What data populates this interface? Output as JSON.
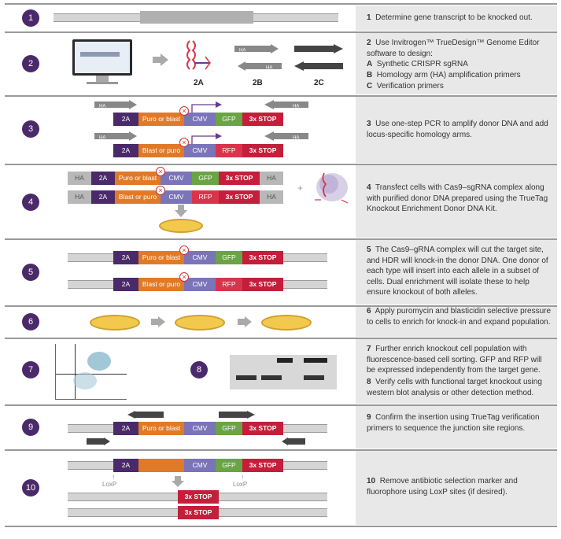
{
  "colors": {
    "purple": "#4a2a6a",
    "orange": "#e07a28",
    "cmv": "#7b74b8",
    "gfp": "#6aa444",
    "rfp": "#d8354c",
    "stop": "#c41e3a",
    "ha": "#b8b8b8"
  },
  "steps": [
    {
      "num": "1",
      "title": "1",
      "text": "Determine gene transcript to be knocked out."
    },
    {
      "num": "2",
      "title": "2",
      "text": "Use Invitrogen™ TrueDesign™ Genome Editor software to design:",
      "items": [
        {
          "k": "A",
          "t": "Synthetic CRISPR sgRNA"
        },
        {
          "k": "B",
          "t": "Homology arm (HA) amplification primers"
        },
        {
          "k": "C",
          "t": "Verification primers"
        }
      ]
    },
    {
      "num": "3",
      "title": "3",
      "text": "Use one-step PCR to amplify donor DNA and add locus-specific homology arms."
    },
    {
      "num": "4",
      "title": "4",
      "text": "Transfect cells with Cas9–sgRNA complex along with purified donor DNA prepared using the TrueTag Knockout Enrichment Donor DNA Kit."
    },
    {
      "num": "5",
      "title": "5",
      "text": "The Cas9–gRNA complex will cut the target site, and HDR will knock-in the donor DNA. One donor of each type will insert into each allele in a subset of cells. Dual enrichment will isolate these to help ensure knockout of both alleles."
    },
    {
      "num": "6",
      "title": "6",
      "text": "Apply puromycin and blasticidin selective pressure to cells to enrich for knock-in and expand population."
    },
    {
      "num": "7",
      "title": "7",
      "text": "Further enrich knockout cell population with fluorescence-based cell sorting. GFP and RFP will be expressed independently from the target gene."
    },
    {
      "num": "8",
      "title": "8",
      "text": "Verify cells with functional target knockout using western blot analysis or other detection method."
    },
    {
      "num": "9",
      "title": "9",
      "text": "Confirm the insertion using TrueTag verification primers to sequence the junction site regions."
    },
    {
      "num": "10",
      "title": "10",
      "text": "Remove antibiotic selection marker and fluorophore using LoxP sites (if desired)."
    }
  ],
  "labels": {
    "a2": "2A",
    "b2": "2B",
    "c2": "2C",
    "ha": "HA",
    "seg2a": "2A",
    "puro_blast": "Puro or blast",
    "blast_puro": "Blast or puro",
    "cmv": "CMV",
    "gfp": "GFP",
    "rfp": "RFP",
    "stop": "3x STOP",
    "loxp": "LoxP",
    "plus": "+"
  }
}
